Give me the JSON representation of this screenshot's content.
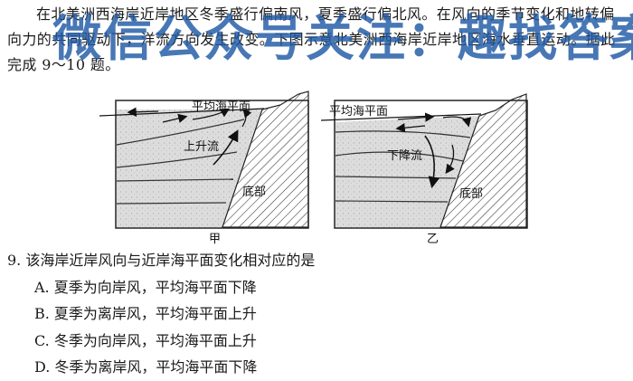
{
  "passage": {
    "line1": "在北美洲西海岸近岸地区冬季盛行偏南风，夏季盛行偏北风。在风向的季节变化和地转偏",
    "line2": "向力的共同驱动下，洋流方向发生改变。下图示意北美洲西海岸近岸地区海水垂直运动。据此",
    "line3": "完成 9～10 题。"
  },
  "watermark": "微信公众号关注：趣找答案",
  "figure": {
    "left": {
      "caption": "甲",
      "sea_level": "平均海平面",
      "flow": "上升流",
      "bottom": "底部"
    },
    "right": {
      "caption": "乙",
      "sea_level": "平均海平面",
      "flow": "下降流",
      "bottom": "底部"
    }
  },
  "question": {
    "stem": "9. 该海岸近岸风向与近岸海平面变化相对应的是",
    "options": [
      "A. 夏季为向岸风，平均海平面下降",
      "B. 夏季为离岸风，平均海平面上升",
      "C. 冬季为向岸风，平均海平面上升",
      "D. 冬季为离岸风，平均海平面下降"
    ]
  }
}
